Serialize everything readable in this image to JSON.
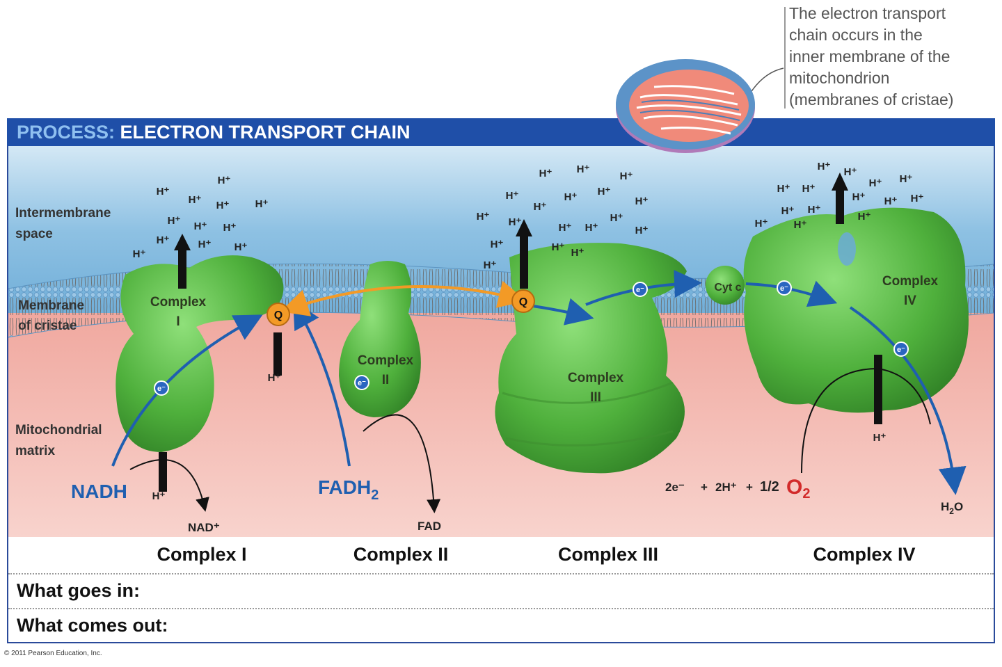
{
  "callout": {
    "lines": [
      "The electron transport",
      "chain occurs in the",
      "inner membrane of the",
      "mitochondrion",
      "(membranes of cristae)"
    ]
  },
  "banner": {
    "keyword": "PROCESS:",
    "title": "ELECTRON TRANSPORT CHAIN"
  },
  "regions": {
    "intermembrane": [
      "Intermembrane",
      "space"
    ],
    "membrane": [
      "Membrane",
      "of cristae"
    ],
    "matrix": [
      "Mitochondrial",
      "matrix"
    ]
  },
  "complexes": {
    "c1": [
      "Complex",
      "I"
    ],
    "c2": [
      "Complex",
      "II"
    ],
    "c3": [
      "Complex",
      "III"
    ],
    "c4": [
      "Complex",
      "IV"
    ]
  },
  "carriers": {
    "q": "Q",
    "cytc": "Cyt c",
    "electron": "e⁻"
  },
  "molecules": {
    "proton": "H⁺",
    "nadh": "NADH",
    "nad": "NAD⁺",
    "fadh2": "FADH",
    "fadh2_sub": "2",
    "fad": "FAD",
    "water": "H",
    "water_sub": "2",
    "water_o": "O"
  },
  "equation": {
    "e": "2e⁻",
    "plus": "+",
    "h": "2H⁺",
    "half": "1/2",
    "o2": "O",
    "o2_sub": "2"
  },
  "colors": {
    "banner": "#1f4fa8",
    "protein": "#5cb84a",
    "electron_arrow": "#1f5fb0",
    "q_carrier": "#f39a26",
    "oxygen": "#d22a2a",
    "matrix": "#f2b7ae",
    "intermembrane": "#8ec1e3"
  },
  "table": {
    "headers": [
      "Complex I",
      "Complex II",
      "Complex III",
      "Complex IV"
    ],
    "rows": [
      "What goes in:",
      "What comes out:"
    ]
  },
  "copyright": "© 2011 Pearson Education, Inc."
}
